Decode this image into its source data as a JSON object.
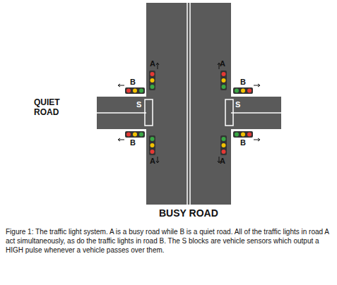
{
  "diagram": {
    "caption": "Figure 1: The traffic light system. A is a busy road while B is a quiet road. All of the traffic lights in road A act simultaneously, as do the traffic lights in road B. The S blocks are vehicle sensors which output a HIGH pulse whenever a vehicle passes over them.",
    "labels": [
      "A",
      "A",
      "B",
      "B",
      "QUIET ROAD",
      "S",
      "S",
      "B",
      "B",
      "A",
      "A",
      "BUSY ROAD"
    ]
  }
}
